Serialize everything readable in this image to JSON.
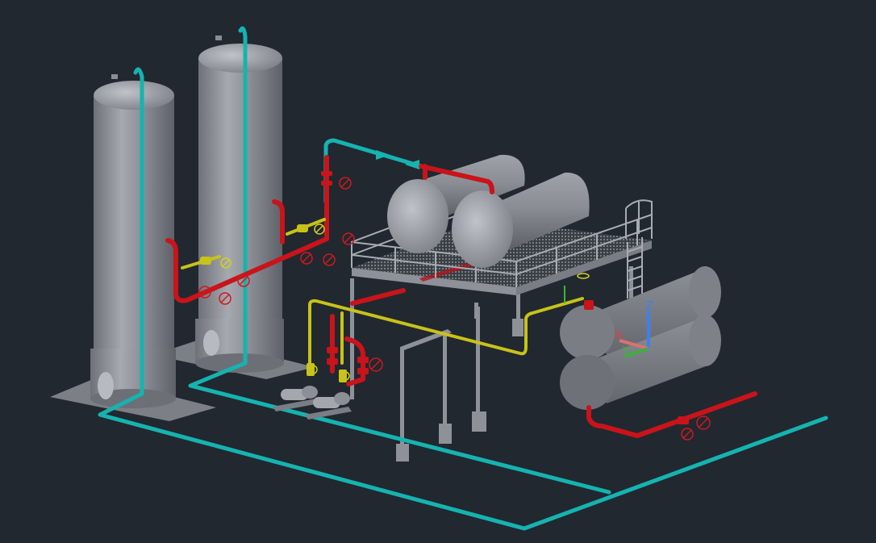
{
  "viewport": {
    "background": "#212830",
    "view_style": "3D shaded model view"
  },
  "colors": {
    "equipment_gray": "#8a8e94",
    "process_red": "#c8141a",
    "cooling_cyan": "#16b3b0",
    "utility_yellow": "#c8c21a",
    "structure_gray": "#9a9ea4"
  },
  "ucs_icon": {
    "x_label": "X",
    "y_label": "Y",
    "z_label": "Z",
    "x_color": "#e04040",
    "y_color": "#3fae3f",
    "z_color": "#3f7ff0"
  },
  "model": {
    "vertical_vessels": 2,
    "horizontal_tanks": 2,
    "heat_exchangers": 2,
    "pumps": 2,
    "platform_has_ladder": true
  }
}
